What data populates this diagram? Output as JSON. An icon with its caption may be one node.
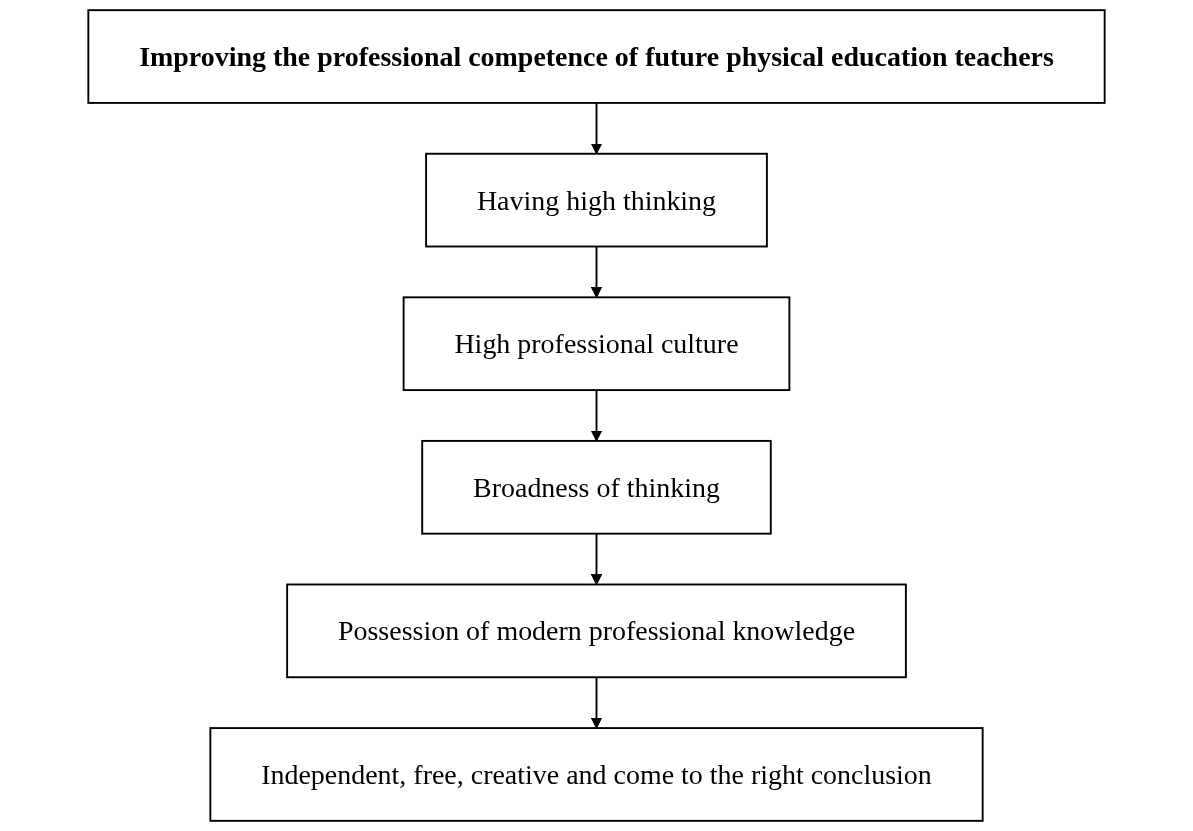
{
  "diagram": {
    "nodes": [
      {
        "text": [
          "Improving the professional competence of future physical education teachers"
        ]
      },
      {
        "text": [
          "Having high thinking"
        ]
      },
      {
        "text": [
          "High professional culture"
        ]
      },
      {
        "text": [
          "Broadness of thinking"
        ]
      },
      {
        "text": [
          "Possession of modern professional knowledge"
        ]
      },
      {
        "text": [
          "Independent, free, creative and come to the right conclusion"
        ]
      }
    ],
    "edges": [
      {
        "from": 0,
        "to": 1,
        "arrow": "to"
      },
      {
        "from": 1,
        "to": 2,
        "arrow": "to"
      },
      {
        "from": 2,
        "to": 3,
        "arrow": "to"
      },
      {
        "from": 3,
        "to": 4,
        "arrow": "to"
      },
      {
        "from": 4,
        "to": 5,
        "arrow": "to"
      }
    ]
  }
}
